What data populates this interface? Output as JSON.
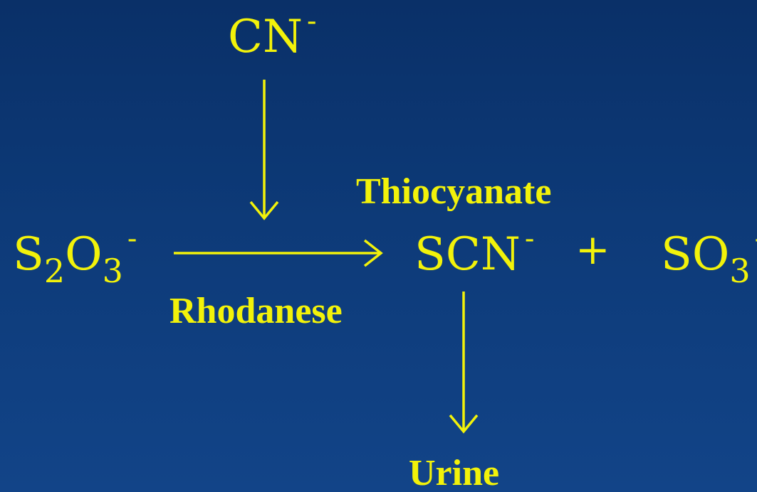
{
  "cyanide": {
    "base": "CN",
    "charge": "-"
  },
  "thiosulfate": {
    "s": "S",
    "s_sub": "2",
    "o": "O",
    "o_sub": "3",
    "charge": "-"
  },
  "thiocyanate": {
    "base": "SCN",
    "charge": "-"
  },
  "plus": "+",
  "sulfite": {
    "base": "SO",
    "sub": "3",
    "charge": "-"
  },
  "labels": {
    "thiocyanate": "Thiocyanate",
    "rhodanese": "Rhodanese",
    "urine": "Urine"
  },
  "colors": {
    "text": "#f2f20a",
    "background_top": "#0a3068",
    "background_bottom": "#124488"
  }
}
